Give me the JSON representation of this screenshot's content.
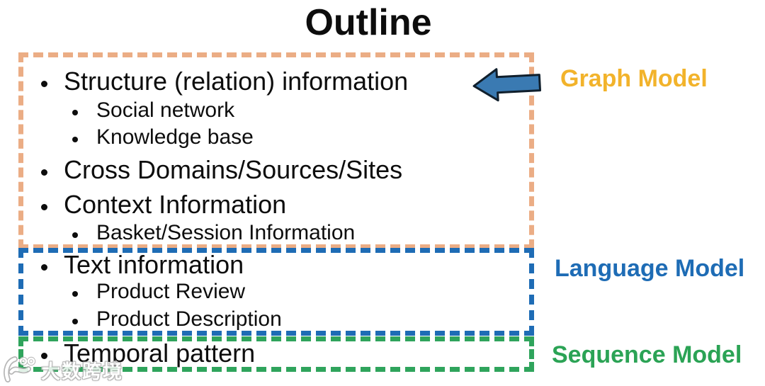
{
  "slide": {
    "title": "Outline"
  },
  "sections": [
    {
      "id": "graph",
      "label": "Graph Model",
      "label_color": "#F2B32B",
      "border_color": "#EBAD85",
      "items": [
        {
          "text": "Structure (relation) information",
          "level": 1
        },
        {
          "text": "Social network",
          "level": 2
        },
        {
          "text": "Knowledge base",
          "level": 2
        },
        {
          "text": "Cross Domains/Sources/Sites",
          "level": 1
        },
        {
          "text": "Context Information",
          "level": 1
        },
        {
          "text": "Basket/Session Information",
          "level": 2
        }
      ]
    },
    {
      "id": "language",
      "label": "Language Model",
      "label_color": "#1E6CB5",
      "border_color": "#1E6CB5",
      "items": [
        {
          "text": "Text information",
          "level": 1
        },
        {
          "text": "Product Review",
          "level": 2
        },
        {
          "text": "Product Description",
          "level": 2
        }
      ]
    },
    {
      "id": "sequence",
      "label": "Sequence Model",
      "label_color": "#2BA355",
      "border_color": "#2FA45C",
      "items": [
        {
          "text": "Temporal pattern",
          "level": 1
        }
      ]
    }
  ],
  "arrow": {
    "direction": "left",
    "points_to": "Structure (relation) information",
    "fill": "#3A7AB2",
    "outline": "#101F2C"
  },
  "watermark": {
    "logo": "dashukuajing-logo",
    "text": "大数跨境"
  }
}
